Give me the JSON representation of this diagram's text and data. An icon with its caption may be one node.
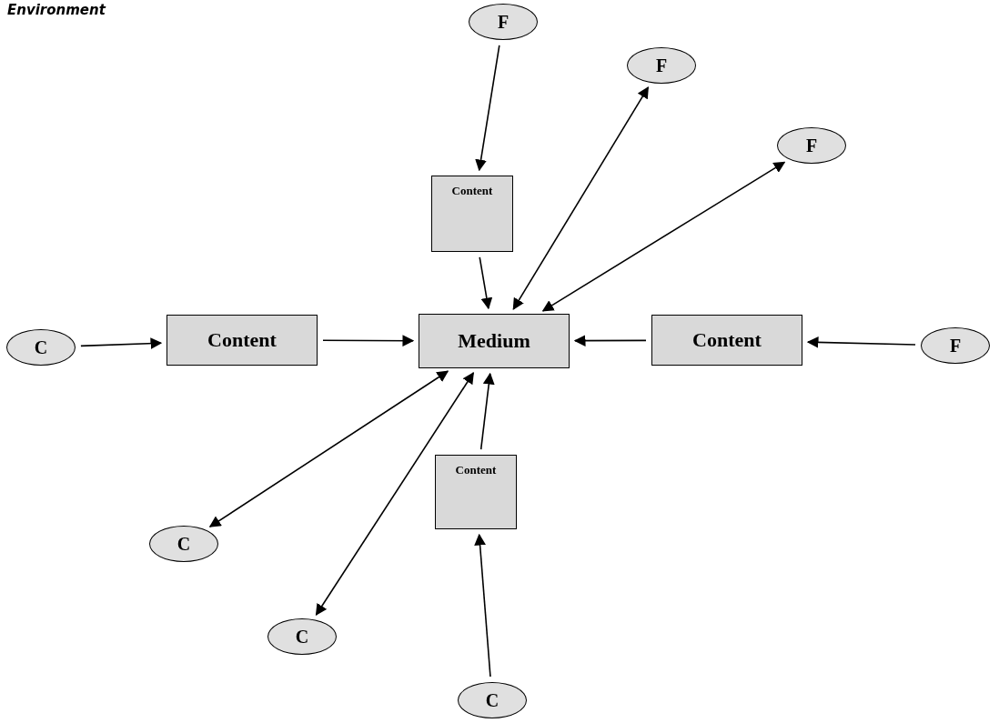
{
  "diagram": {
    "nodes": [
      {
        "text": [
          "F"
        ]
      },
      {
        "text": [
          "F"
        ]
      },
      {
        "text": [
          "F"
        ]
      },
      {
        "text": [
          "F"
        ]
      },
      {
        "text": [
          "Content"
        ]
      },
      {
        "text": [
          "Content"
        ]
      },
      {
        "text": [
          "Medium"
        ]
      },
      {
        "text": [
          "Content"
        ]
      },
      {
        "text": [
          "Content"
        ]
      },
      {
        "text": [
          "C"
        ]
      },
      {
        "text": [
          "C"
        ]
      },
      {
        "text": [
          "C"
        ]
      },
      {
        "text": [
          "C"
        ]
      }
    ],
    "edges": [
      {
        "from": 0,
        "to": 4,
        "arrow": "to"
      },
      {
        "from": 4,
        "to": 6,
        "arrow": "to"
      },
      {
        "from": 1,
        "to": 6,
        "arrow": "both"
      },
      {
        "from": 2,
        "to": 6,
        "arrow": "both"
      },
      {
        "from": 3,
        "to": 7,
        "arrow": "to"
      },
      {
        "from": 7,
        "to": 6,
        "arrow": "to"
      },
      {
        "from": 9,
        "to": 5,
        "arrow": "to"
      },
      {
        "from": 5,
        "to": 6,
        "arrow": "to"
      },
      {
        "from": 6,
        "to": 10,
        "arrow": "both"
      },
      {
        "from": 6,
        "to": 11,
        "arrow": "both"
      },
      {
        "from": 8,
        "to": 6,
        "arrow": "to"
      },
      {
        "from": 12,
        "to": 8,
        "arrow": "to"
      }
    ],
    "labels": [
      "Environment"
    ]
  }
}
